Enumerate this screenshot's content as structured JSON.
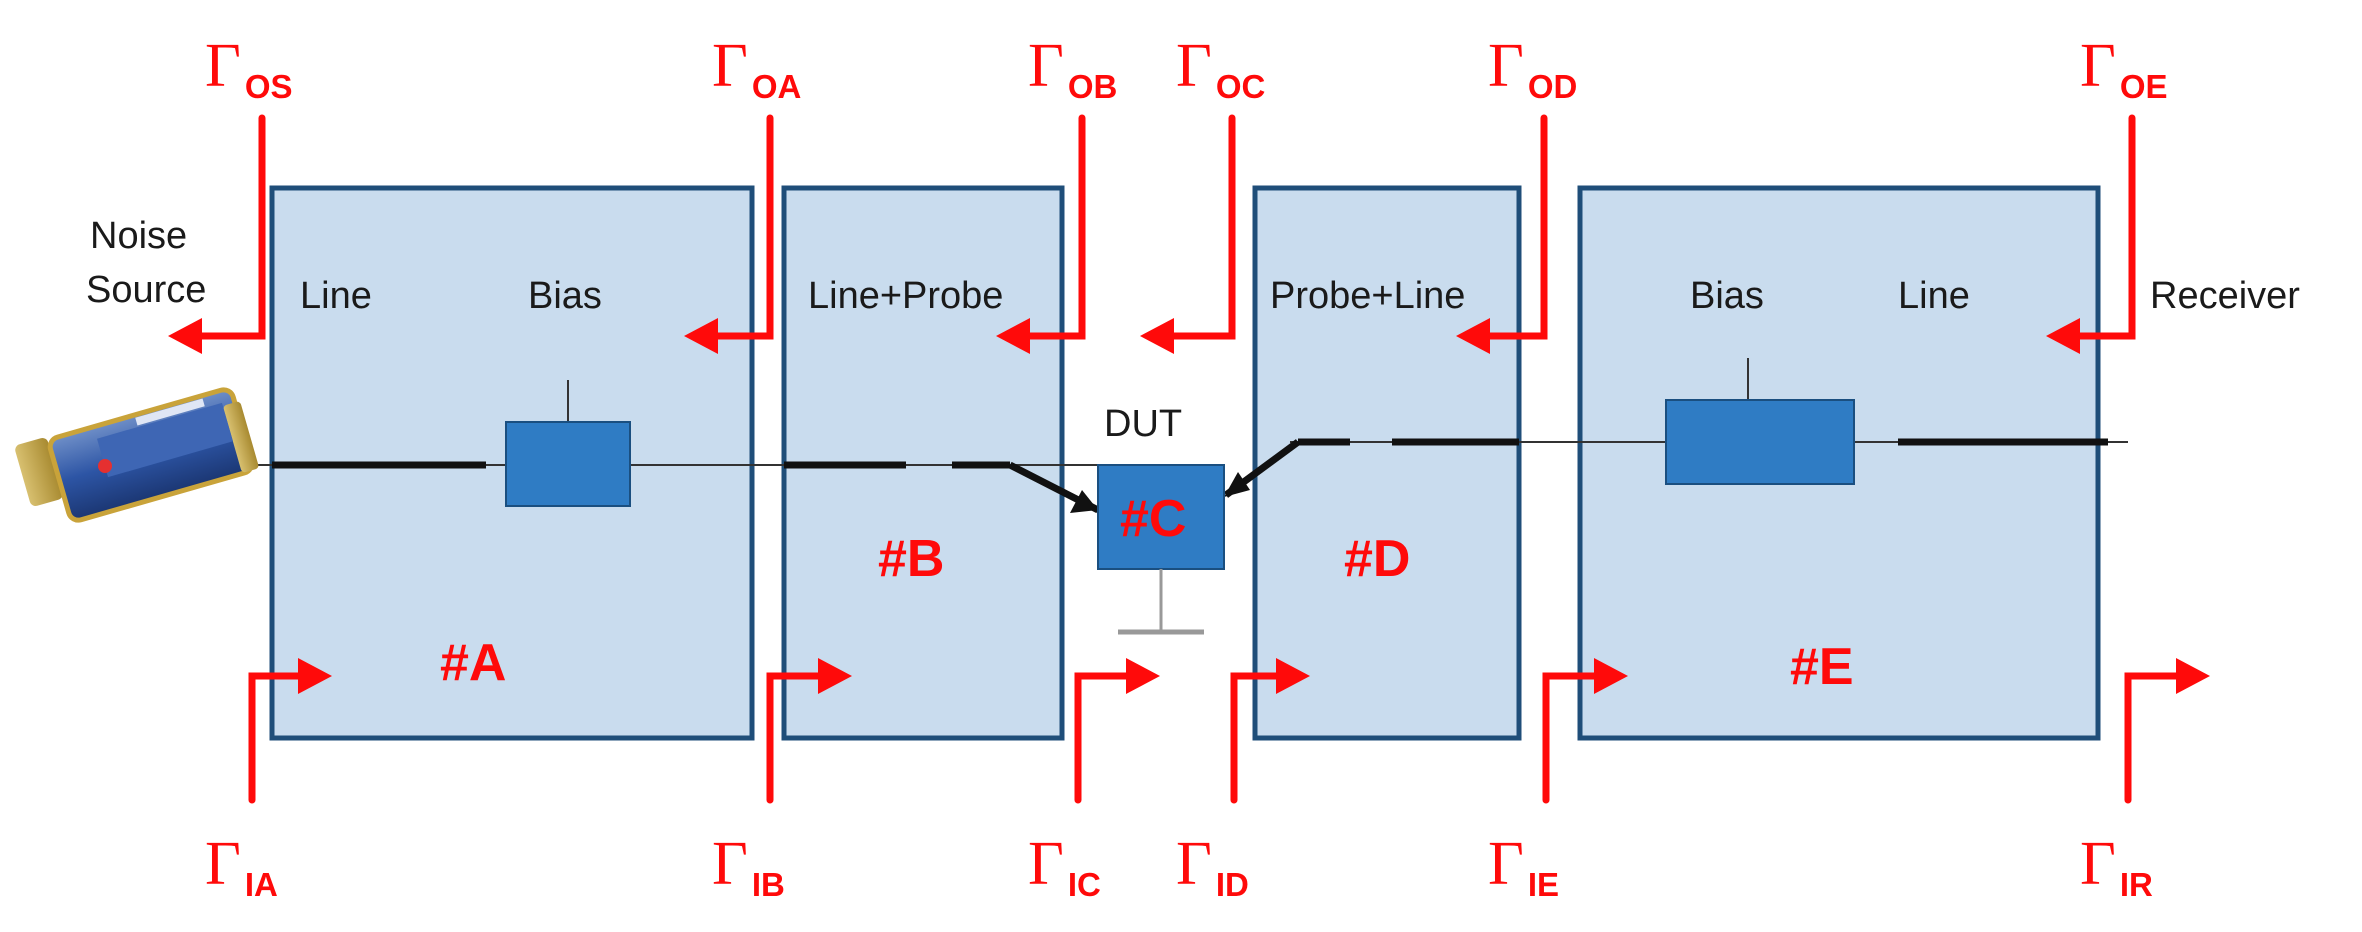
{
  "texts": {
    "noise_source_line1": "Noise",
    "noise_source_line2": "Source",
    "receiver": "Receiver",
    "dut": "DUT",
    "box_a_line": "Line",
    "box_a_bias": "Bias",
    "box_b_text": "Line+Probe",
    "box_d_text": "Probe+Line",
    "box_e_bias": "Bias",
    "box_e_line": "Line"
  },
  "block_labels": {
    "a": "#A",
    "b": "#B",
    "c": "#C",
    "d": "#D",
    "e": "#E"
  },
  "gamma_symbol": "Γ",
  "gamma_top": [
    "OS",
    "OA",
    "OB",
    "OC",
    "OD",
    "OE"
  ],
  "gamma_bottom": [
    "IA",
    "IB",
    "IC",
    "ID",
    "IE",
    "IR"
  ],
  "colors": {
    "accent_red": "#ff0a0a",
    "box_fill": "#c9dcee",
    "box_stroke": "#1f4e79",
    "component_fill": "#2f7cc4"
  }
}
